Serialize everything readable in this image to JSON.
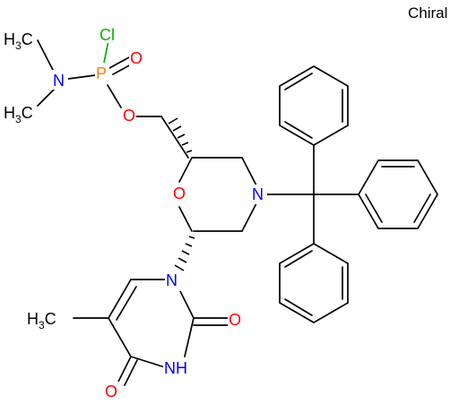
{
  "chiral_label": "Chiral",
  "colors": {
    "bond": "#000000",
    "oxygen": "#ff0000",
    "nitrogen": "#0000ff",
    "phosphorus": "#ff8000",
    "chlorine": "#00b000",
    "carbon_label": "#000000"
  },
  "atoms": {
    "cl": "Cl",
    "p": "P",
    "o_double": "O",
    "o_ester": "O",
    "n_amine": "N",
    "me_top": "H3C",
    "me_bottom": "H3C",
    "o_ring": "O",
    "n_morpholine": "N",
    "n_pyrimidine": "N",
    "o_carbonyl2": "O",
    "o_carbonyl4": "O",
    "nh": "NH",
    "me_pyrimidine": "H3C"
  }
}
